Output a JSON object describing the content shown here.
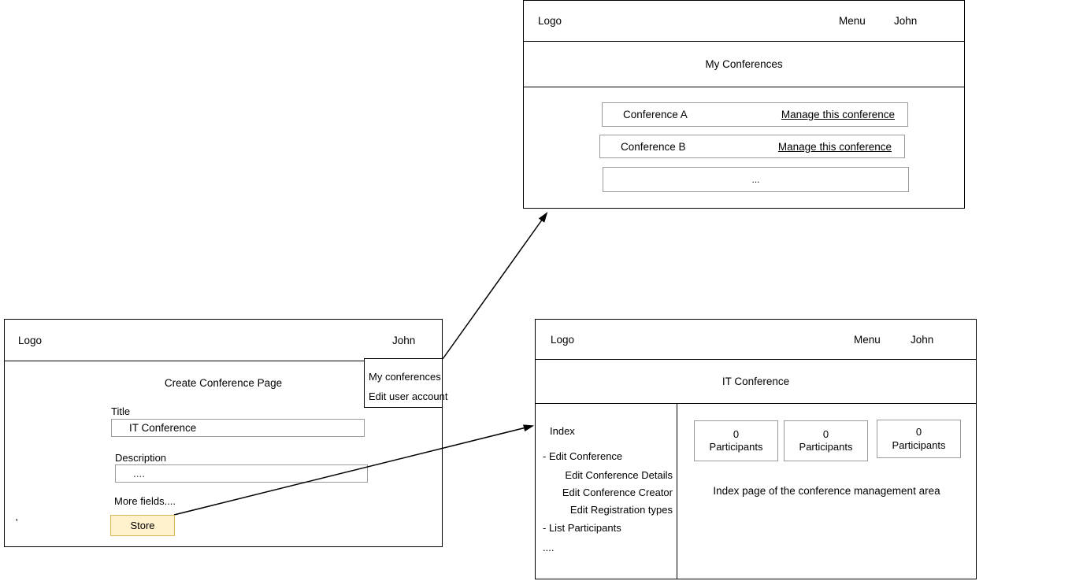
{
  "diagram": {
    "title": "Conference application page flow wireframe",
    "background": "#ffffff",
    "line_color": "#000000",
    "box_border_color": "#9a9a9a",
    "accent_fill": "#fff2cc",
    "accent_border": "#d6b656"
  },
  "my_conferences_panel": {
    "header": {
      "logo": "Logo",
      "menu": "Menu",
      "user": "John"
    },
    "page_title": "My Conferences",
    "rows": [
      {
        "name": "Conference A",
        "action": "Manage this conference"
      },
      {
        "name": "Conference B",
        "action": "Manage this conference"
      },
      {
        "name": "...",
        "action": ""
      }
    ]
  },
  "create_conference_panel": {
    "header": {
      "logo": "Logo",
      "user": "John"
    },
    "page_title": "Create Conference Page",
    "fields": [
      {
        "label": "Title",
        "value": "IT Conference",
        "placeholder": "IT Conference"
      },
      {
        "label": "Description",
        "value": "....",
        "placeholder": "...."
      }
    ],
    "more_fields": "More fields....",
    "store_button": "Store",
    "tiny_mark": "'",
    "user_dropdown": {
      "items": [
        "My conferences",
        "Edit user account"
      ]
    }
  },
  "conference_admin_panel": {
    "header": {
      "logo": "Logo",
      "menu": "Menu",
      "user": "John"
    },
    "page_title": "IT Conference",
    "sidebar": [
      {
        "label": "Index",
        "level": 0
      },
      {
        "label": "- Edit Conference",
        "level": 1
      },
      {
        "label": "Edit Conference Details",
        "level": 2
      },
      {
        "label": "Edit Conference Creator",
        "level": 2
      },
      {
        "label": "Edit Registration types",
        "level": 2
      },
      {
        "label": "- List Participants",
        "level": 1
      },
      {
        "label": "....",
        "level": 1
      }
    ],
    "stats": [
      {
        "count": "0",
        "label": "Participants"
      },
      {
        "count": "0",
        "label": "Participants"
      },
      {
        "count": "0",
        "label": "Participants"
      }
    ],
    "note": "Index page of the conference management area"
  },
  "connectors": [
    {
      "name": "dropdown-to-my-conferences",
      "from": "My conferences menu item",
      "to": "My Conferences page"
    },
    {
      "name": "store-to-conference-admin",
      "from": "Store button",
      "to": "Conference management index page"
    }
  ]
}
